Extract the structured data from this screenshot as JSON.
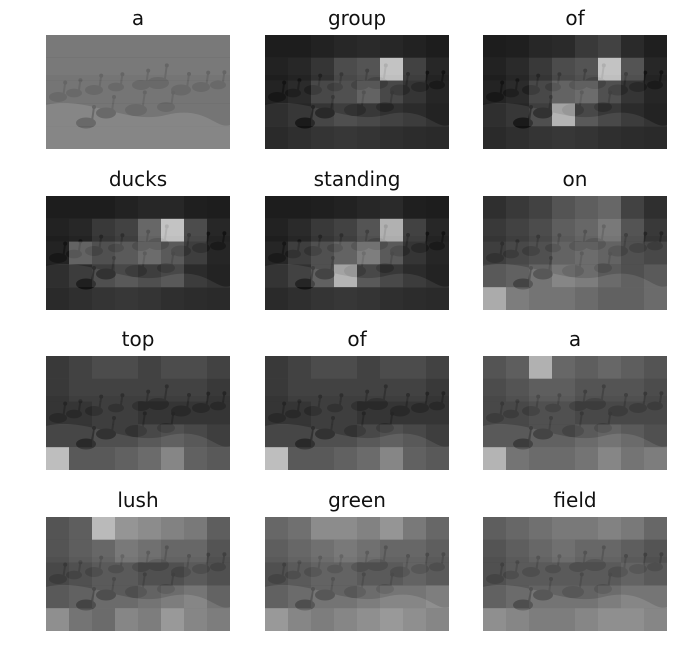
{
  "figure": {
    "panels": [
      {
        "title": "a",
        "map": [
          [
            0.55,
            0.55,
            0.55,
            0.55,
            0.55,
            0.55,
            0.55,
            0.55
          ],
          [
            0.55,
            0.55,
            0.55,
            0.55,
            0.55,
            0.55,
            0.55,
            0.55
          ],
          [
            0.55,
            0.55,
            0.55,
            0.55,
            0.55,
            0.55,
            0.55,
            0.55
          ],
          [
            0.55,
            0.55,
            0.55,
            0.55,
            0.55,
            0.55,
            0.55,
            0.55
          ],
          [
            0.55,
            0.55,
            0.55,
            0.55,
            0.55,
            0.55,
            0.55,
            0.55
          ]
        ]
      },
      {
        "title": "group",
        "map": [
          [
            0.05,
            0.05,
            0.08,
            0.1,
            0.12,
            0.1,
            0.08,
            0.05
          ],
          [
            0.08,
            0.1,
            0.18,
            0.3,
            0.35,
            0.95,
            0.25,
            0.1
          ],
          [
            0.1,
            0.15,
            0.3,
            0.35,
            0.45,
            0.3,
            0.2,
            0.12
          ],
          [
            0.08,
            0.12,
            0.2,
            0.25,
            0.22,
            0.18,
            0.15,
            0.1
          ],
          [
            0.05,
            0.08,
            0.1,
            0.12,
            0.1,
            0.08,
            0.06,
            0.05
          ]
        ]
      },
      {
        "title": "of",
        "map": [
          [
            0.05,
            0.06,
            0.1,
            0.12,
            0.2,
            0.25,
            0.12,
            0.06
          ],
          [
            0.08,
            0.12,
            0.2,
            0.3,
            0.35,
            0.95,
            0.35,
            0.1
          ],
          [
            0.1,
            0.15,
            0.3,
            0.45,
            0.5,
            0.35,
            0.2,
            0.12
          ],
          [
            0.08,
            0.12,
            0.25,
            0.8,
            0.3,
            0.22,
            0.15,
            0.1
          ],
          [
            0.05,
            0.08,
            0.1,
            0.12,
            0.1,
            0.08,
            0.06,
            0.05
          ]
        ]
      },
      {
        "title": "ducks",
        "map": [
          [
            0.05,
            0.05,
            0.05,
            0.08,
            0.1,
            0.1,
            0.06,
            0.05
          ],
          [
            0.08,
            0.1,
            0.2,
            0.25,
            0.45,
            0.95,
            0.3,
            0.1
          ],
          [
            0.1,
            0.45,
            0.35,
            0.4,
            0.5,
            0.4,
            0.25,
            0.12
          ],
          [
            0.08,
            0.15,
            0.25,
            0.3,
            0.25,
            0.3,
            0.15,
            0.1
          ],
          [
            0.05,
            0.08,
            0.1,
            0.12,
            0.1,
            0.08,
            0.06,
            0.05
          ]
        ]
      },
      {
        "title": "standing",
        "map": [
          [
            0.05,
            0.05,
            0.06,
            0.08,
            0.1,
            0.12,
            0.06,
            0.05
          ],
          [
            0.08,
            0.12,
            0.2,
            0.25,
            0.35,
            0.85,
            0.25,
            0.1
          ],
          [
            0.12,
            0.25,
            0.35,
            0.45,
            0.6,
            0.4,
            0.2,
            0.12
          ],
          [
            0.1,
            0.18,
            0.35,
            0.8,
            0.3,
            0.22,
            0.15,
            0.1
          ],
          [
            0.05,
            0.08,
            0.1,
            0.12,
            0.1,
            0.08,
            0.06,
            0.05
          ]
        ]
      },
      {
        "title": "on",
        "map": [
          [
            0.15,
            0.2,
            0.25,
            0.35,
            0.4,
            0.45,
            0.25,
            0.15
          ],
          [
            0.2,
            0.25,
            0.3,
            0.4,
            0.45,
            0.55,
            0.35,
            0.2
          ],
          [
            0.25,
            0.3,
            0.35,
            0.45,
            0.5,
            0.45,
            0.35,
            0.3
          ],
          [
            0.3,
            0.35,
            0.45,
            0.55,
            0.5,
            0.4,
            0.35,
            0.4
          ],
          [
            0.75,
            0.5,
            0.45,
            0.45,
            0.4,
            0.35,
            0.35,
            0.4
          ]
        ]
      },
      {
        "title": "top",
        "map": [
          [
            0.2,
            0.25,
            0.3,
            0.3,
            0.25,
            0.3,
            0.3,
            0.25
          ],
          [
            0.2,
            0.25,
            0.25,
            0.25,
            0.25,
            0.25,
            0.25,
            0.2
          ],
          [
            0.2,
            0.2,
            0.25,
            0.25,
            0.2,
            0.2,
            0.2,
            0.2
          ],
          [
            0.2,
            0.2,
            0.25,
            0.25,
            0.3,
            0.35,
            0.3,
            0.25
          ],
          [
            0.85,
            0.3,
            0.3,
            0.35,
            0.4,
            0.55,
            0.35,
            0.3
          ]
        ]
      },
      {
        "title": "of",
        "map": [
          [
            0.2,
            0.25,
            0.3,
            0.3,
            0.25,
            0.3,
            0.3,
            0.25
          ],
          [
            0.2,
            0.25,
            0.25,
            0.25,
            0.25,
            0.25,
            0.25,
            0.2
          ],
          [
            0.2,
            0.2,
            0.25,
            0.25,
            0.2,
            0.2,
            0.2,
            0.2
          ],
          [
            0.2,
            0.2,
            0.25,
            0.25,
            0.3,
            0.35,
            0.3,
            0.25
          ],
          [
            0.85,
            0.3,
            0.3,
            0.35,
            0.4,
            0.55,
            0.35,
            0.3
          ]
        ]
      },
      {
        "title": "a",
        "map": [
          [
            0.35,
            0.4,
            0.85,
            0.45,
            0.4,
            0.45,
            0.4,
            0.35
          ],
          [
            0.3,
            0.35,
            0.4,
            0.4,
            0.35,
            0.35,
            0.35,
            0.3
          ],
          [
            0.3,
            0.3,
            0.35,
            0.35,
            0.3,
            0.3,
            0.3,
            0.3
          ],
          [
            0.3,
            0.3,
            0.35,
            0.35,
            0.4,
            0.45,
            0.4,
            0.35
          ],
          [
            0.8,
            0.45,
            0.4,
            0.4,
            0.45,
            0.55,
            0.45,
            0.5
          ]
        ]
      },
      {
        "title": "lush",
        "map": [
          [
            0.35,
            0.4,
            0.9,
            0.7,
            0.65,
            0.6,
            0.55,
            0.4
          ],
          [
            0.35,
            0.4,
            0.45,
            0.55,
            0.5,
            0.45,
            0.45,
            0.35
          ],
          [
            0.3,
            0.35,
            0.4,
            0.4,
            0.35,
            0.35,
            0.4,
            0.35
          ],
          [
            0.3,
            0.35,
            0.4,
            0.4,
            0.45,
            0.5,
            0.55,
            0.45
          ],
          [
            0.6,
            0.45,
            0.4,
            0.55,
            0.5,
            0.65,
            0.55,
            0.5
          ]
        ]
      },
      {
        "title": "green",
        "map": [
          [
            0.45,
            0.5,
            0.65,
            0.65,
            0.6,
            0.7,
            0.55,
            0.45
          ],
          [
            0.4,
            0.45,
            0.5,
            0.55,
            0.5,
            0.45,
            0.45,
            0.4
          ],
          [
            0.35,
            0.4,
            0.45,
            0.45,
            0.4,
            0.4,
            0.45,
            0.4
          ],
          [
            0.35,
            0.4,
            0.45,
            0.45,
            0.5,
            0.55,
            0.55,
            0.6
          ],
          [
            0.65,
            0.55,
            0.5,
            0.55,
            0.6,
            0.65,
            0.6,
            0.55
          ]
        ]
      },
      {
        "title": "field",
        "map": [
          [
            0.4,
            0.45,
            0.5,
            0.55,
            0.55,
            0.6,
            0.55,
            0.45
          ],
          [
            0.35,
            0.4,
            0.45,
            0.5,
            0.45,
            0.45,
            0.4,
            0.35
          ],
          [
            0.35,
            0.4,
            0.4,
            0.4,
            0.4,
            0.4,
            0.45,
            0.4
          ],
          [
            0.35,
            0.4,
            0.45,
            0.45,
            0.45,
            0.5,
            0.55,
            0.55
          ],
          [
            0.6,
            0.55,
            0.5,
            0.5,
            0.55,
            0.6,
            0.6,
            0.55
          ]
        ]
      }
    ]
  }
}
